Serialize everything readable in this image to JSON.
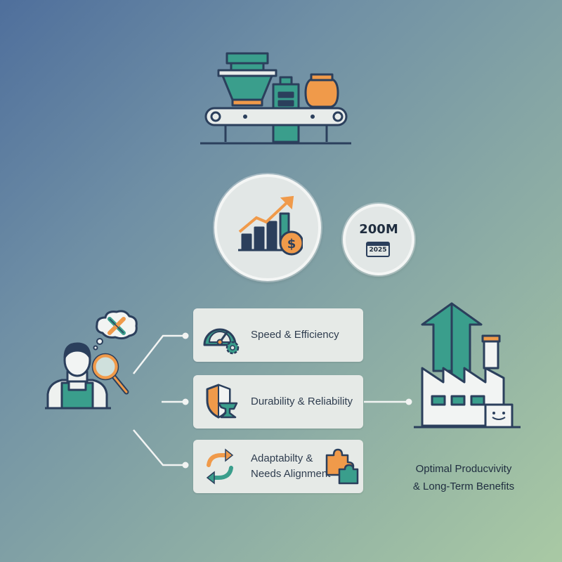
{
  "colors": {
    "teal": "#3a9e8c",
    "orange": "#f09a4a",
    "navy": "#2b3f5c",
    "card_bg": "#e6eae7"
  },
  "icons": {
    "machine": "production-line-icon",
    "growth": "growth-chart-dollar-icon",
    "user": "worker-icon",
    "thought": "tools-thought-icon",
    "magnifier": "magnifier-icon",
    "speed": "speedometer-gear-icon",
    "durability": "shield-anvil-icon",
    "adaptability": "cycle-arrows-puzzle-icon",
    "factory": "factory-arrow-icon"
  },
  "badge": {
    "value": "200M",
    "year": "2025"
  },
  "benefits": [
    {
      "label": "Speed & Efficiency"
    },
    {
      "label": "Durability & Reliability"
    },
    {
      "label_line1": "Adaptabilty &",
      "label_line2": "Needs Alignment"
    }
  ],
  "outcome": {
    "line1": "Optimal Producvivity",
    "line2": "& Long-Term Benefits"
  }
}
